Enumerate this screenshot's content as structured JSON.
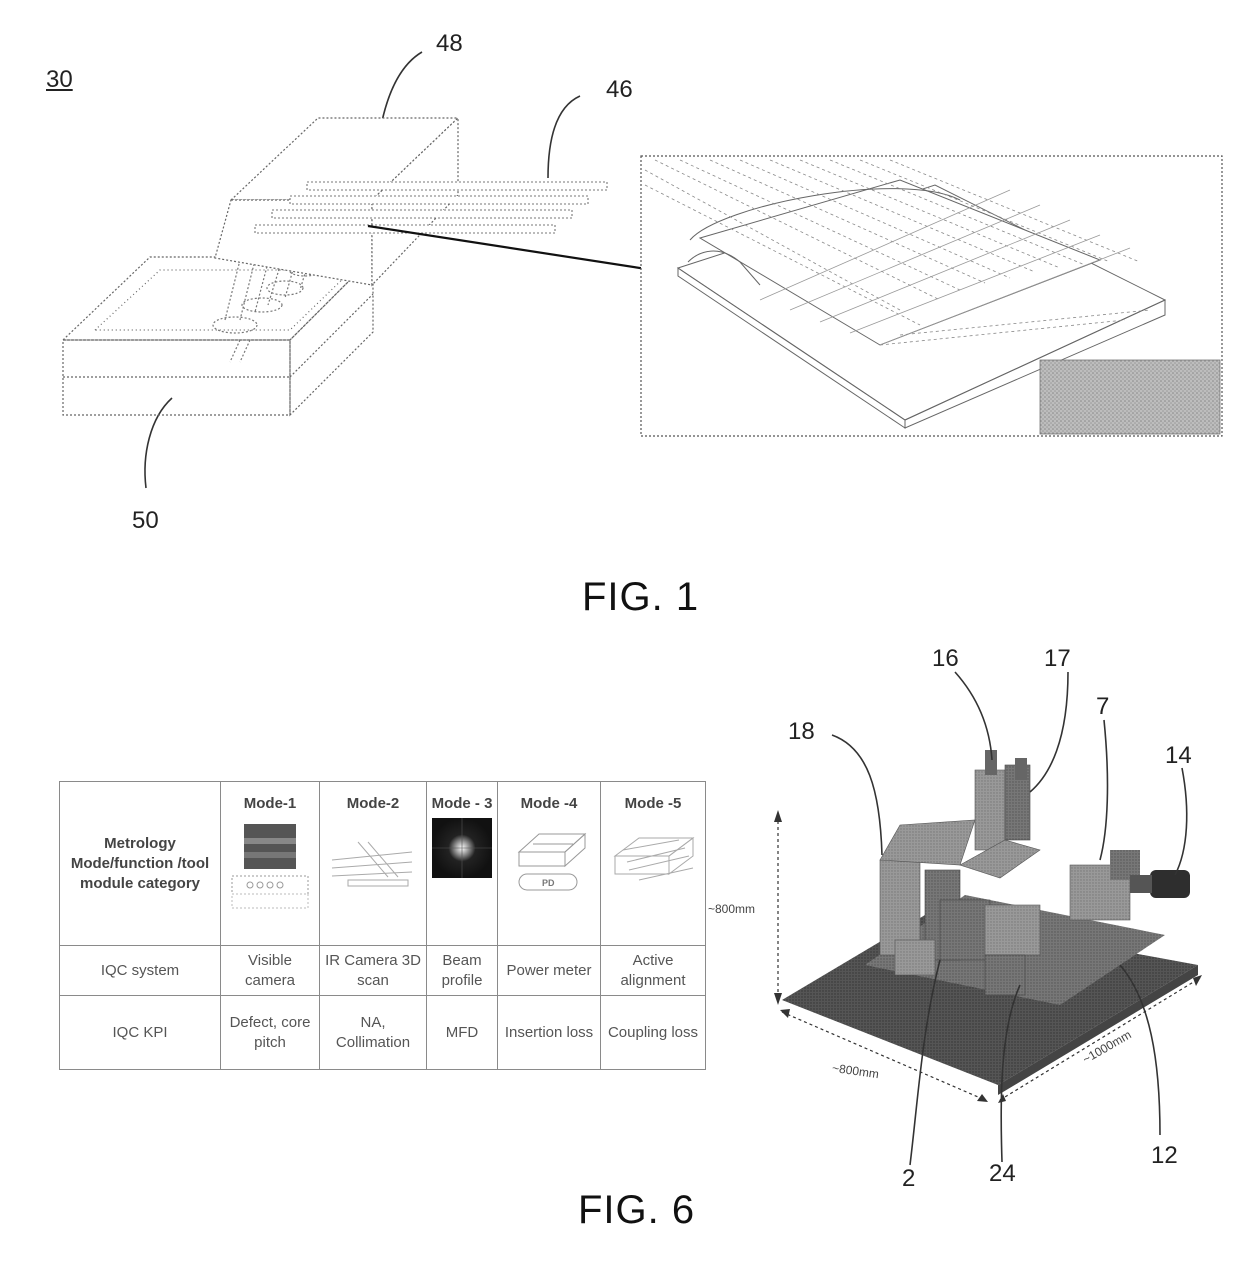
{
  "fig1": {
    "ref_assembly": "30",
    "ref_top_block": "48",
    "ref_fibers": "46",
    "ref_bottom_block": "50",
    "caption": "FIG. 1"
  },
  "fig6": {
    "caption": "FIG. 6",
    "table": {
      "category_label": "Metrology Mode/function /tool module category",
      "modes": [
        {
          "name": "Mode-1",
          "system": "Visible camera",
          "kpi": "Defect, core pitch"
        },
        {
          "name": "Mode-2",
          "system": "IR Camera 3D scan",
          "kpi": "NA, Collimation"
        },
        {
          "name": "Mode - 3",
          "system": "Beam profile",
          "kpi": "MFD"
        },
        {
          "name": "Mode -4",
          "system": "Power meter",
          "kpi": "Insertion loss"
        },
        {
          "name": "Mode -5",
          "system": "Active alignment",
          "kpi": "Coupling loss"
        }
      ],
      "row_system_label": "IQC system",
      "row_kpi_label": "IQC KPI",
      "mode4_thumb_label": "PD"
    },
    "machine": {
      "dim_height": "~800mm",
      "dim_width": "~800mm",
      "dim_depth": "~1000mm",
      "refs": [
        "18",
        "16",
        "17",
        "7",
        "14",
        "2",
        "24",
        "12"
      ]
    }
  }
}
